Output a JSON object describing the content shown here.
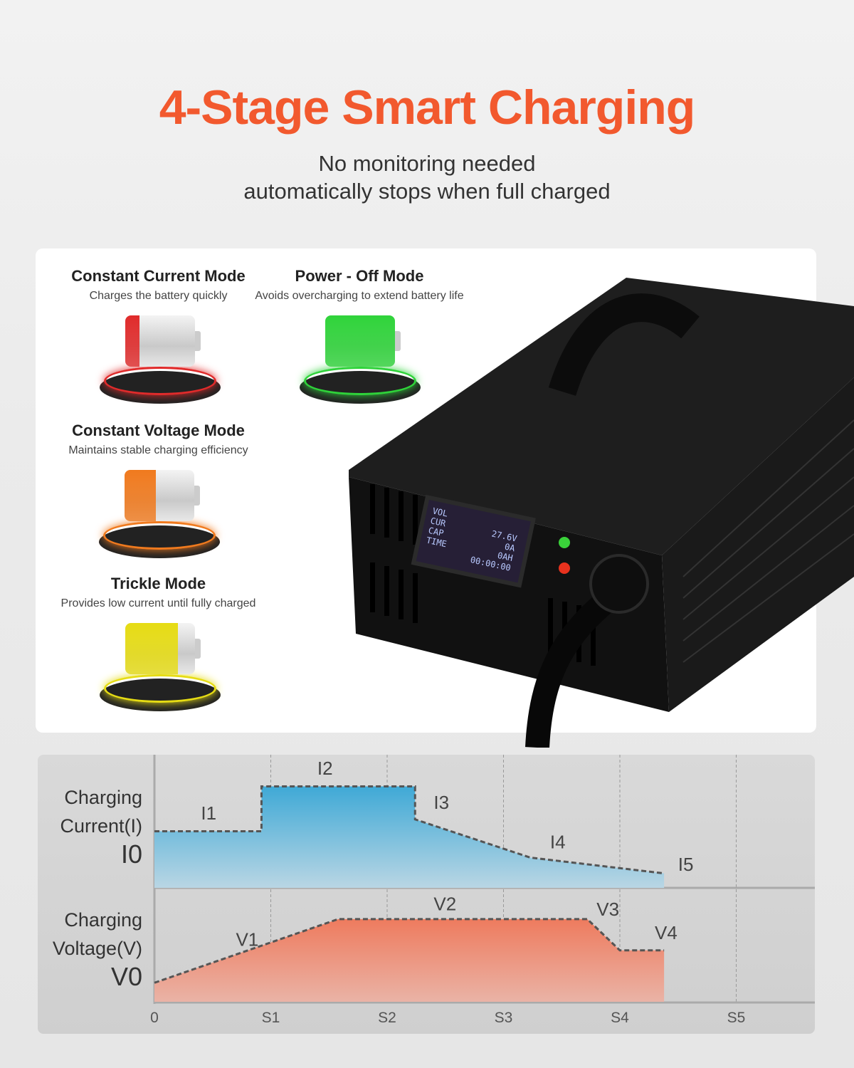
{
  "header": {
    "title": "4-Stage Smart Charging",
    "subtitle_line1": "No monitoring needed",
    "subtitle_line2": "automatically stops when full charged"
  },
  "modes": [
    {
      "title": "Constant Current Mode",
      "desc": "Charges the battery quickly",
      "color": "#e02b2b",
      "fill_fraction": 0.2
    },
    {
      "title": "Power - Off Mode",
      "desc": "Avoids overcharging to extend battery life",
      "color": "#2fd33a",
      "fill_fraction": 1.0
    },
    {
      "title": "Constant Voltage Mode",
      "desc": "Maintains stable charging efficiency",
      "color": "#f07a1e",
      "fill_fraction": 0.45
    },
    {
      "title": "Trickle Mode",
      "desc": "Provides low current until fully charged",
      "color": "#e6dc14",
      "fill_fraction": 0.75
    }
  ],
  "display": {
    "labels": [
      "VOL",
      "CUR",
      "CAP",
      "TIME"
    ],
    "values": [
      "27.6V",
      "0A",
      "0AH",
      "00:00:00"
    ]
  },
  "chart_data": {
    "type": "area",
    "x_ticks": [
      "0",
      "S1",
      "S2",
      "S3",
      "S4",
      "S5"
    ],
    "grid": true,
    "panels": [
      {
        "ylabel_line1": "Charging",
        "ylabel_line2": "Current(I)",
        "origin_label": "I0",
        "color": "#3fa9d6",
        "points": [
          [
            0,
            0.43
          ],
          [
            0.92,
            0.43
          ],
          [
            0.92,
            0.77
          ],
          [
            2.24,
            0.77
          ],
          [
            2.24,
            0.52
          ],
          [
            3.23,
            0.23
          ],
          [
            4.38,
            0.11
          ]
        ],
        "annotations": [
          "I1",
          "I2",
          "I3",
          "I4",
          "I5"
        ]
      },
      {
        "ylabel_line1": "Charging",
        "ylabel_line2": "Voltage(V)",
        "origin_label": "V0",
        "color": "#ee7b5e",
        "points": [
          [
            0,
            0.17
          ],
          [
            1.58,
            0.74
          ],
          [
            3.72,
            0.74
          ],
          [
            4.0,
            0.46
          ],
          [
            4.38,
            0.46
          ]
        ],
        "annotations": [
          "V1",
          "V2",
          "V3",
          "V4"
        ]
      }
    ]
  }
}
